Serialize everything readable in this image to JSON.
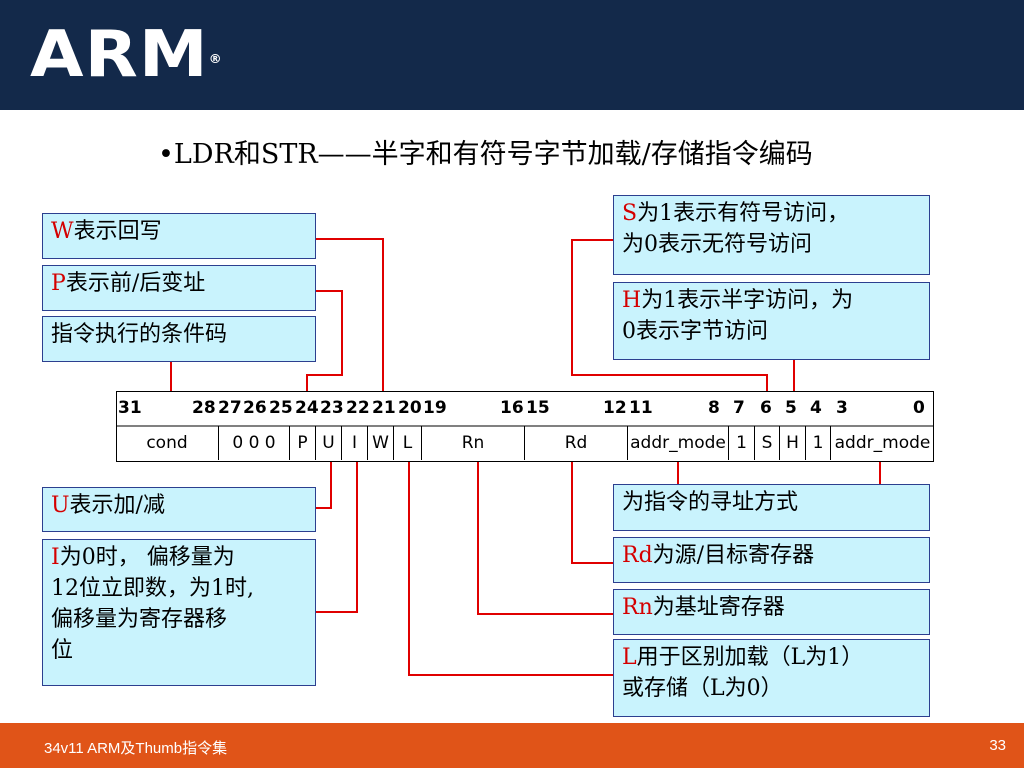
{
  "header": {
    "logo_text": "ARM",
    "logo_mark": "®"
  },
  "title": "•LDR和STR——半字和有符号字节加载/存储指令编码",
  "left_boxes": {
    "w": {
      "key": "W",
      "text": "表示回写"
    },
    "p": {
      "key": "P",
      "text": "表示前/后变址"
    },
    "cond": {
      "text": "指令执行的条件码"
    },
    "u": {
      "key": "U",
      "text": "表示加/减"
    },
    "i": {
      "key": "I",
      "line1": "为0时， 偏移量为",
      "line2": "12位立即数，为1时,",
      "line3": "偏移量为寄存器移",
      "line4": "位"
    }
  },
  "right_boxes": {
    "s": {
      "key": "S",
      "line1": "为1表示有符号访问，",
      "line2": "为0表示无符号访问"
    },
    "h": {
      "key": "H",
      "line1": "为1表示半字访问，为",
      "line2": "0表示字节访问"
    },
    "addr": {
      "text": "为指令的寻址方式"
    },
    "rd": {
      "key": "Rd",
      "text": "为源/目标寄存器"
    },
    "rn": {
      "key": "Rn",
      "text": "为基址寄存器"
    },
    "l": {
      "key": "L",
      "line1": "用于区别加载（L为1）",
      "line2": "或存储（L为0）"
    }
  },
  "encoding": {
    "bit_labels": [
      "31",
      "28",
      "27",
      "26",
      "25",
      "24",
      "23",
      "22",
      "21",
      "20",
      "19",
      "16",
      "15",
      "12",
      "11",
      "8",
      "7",
      "6",
      "5",
      "4",
      "3",
      "0"
    ],
    "fields": [
      "cond",
      "0 0 0",
      "P",
      "U",
      "I",
      "W",
      "L",
      "Rn",
      "Rd",
      "addr_mode",
      "1",
      "S",
      "H",
      "1",
      "addr_mode"
    ]
  },
  "colors": {
    "header": "#13294a",
    "footer": "#e05418",
    "box_fill": "#c9f3fd",
    "box_border": "#2c3f8f",
    "connector": "#e00000",
    "key_letter": "#d40000"
  },
  "footer": {
    "left": "34v11 ARM及Thumb指令集",
    "page": "33"
  }
}
